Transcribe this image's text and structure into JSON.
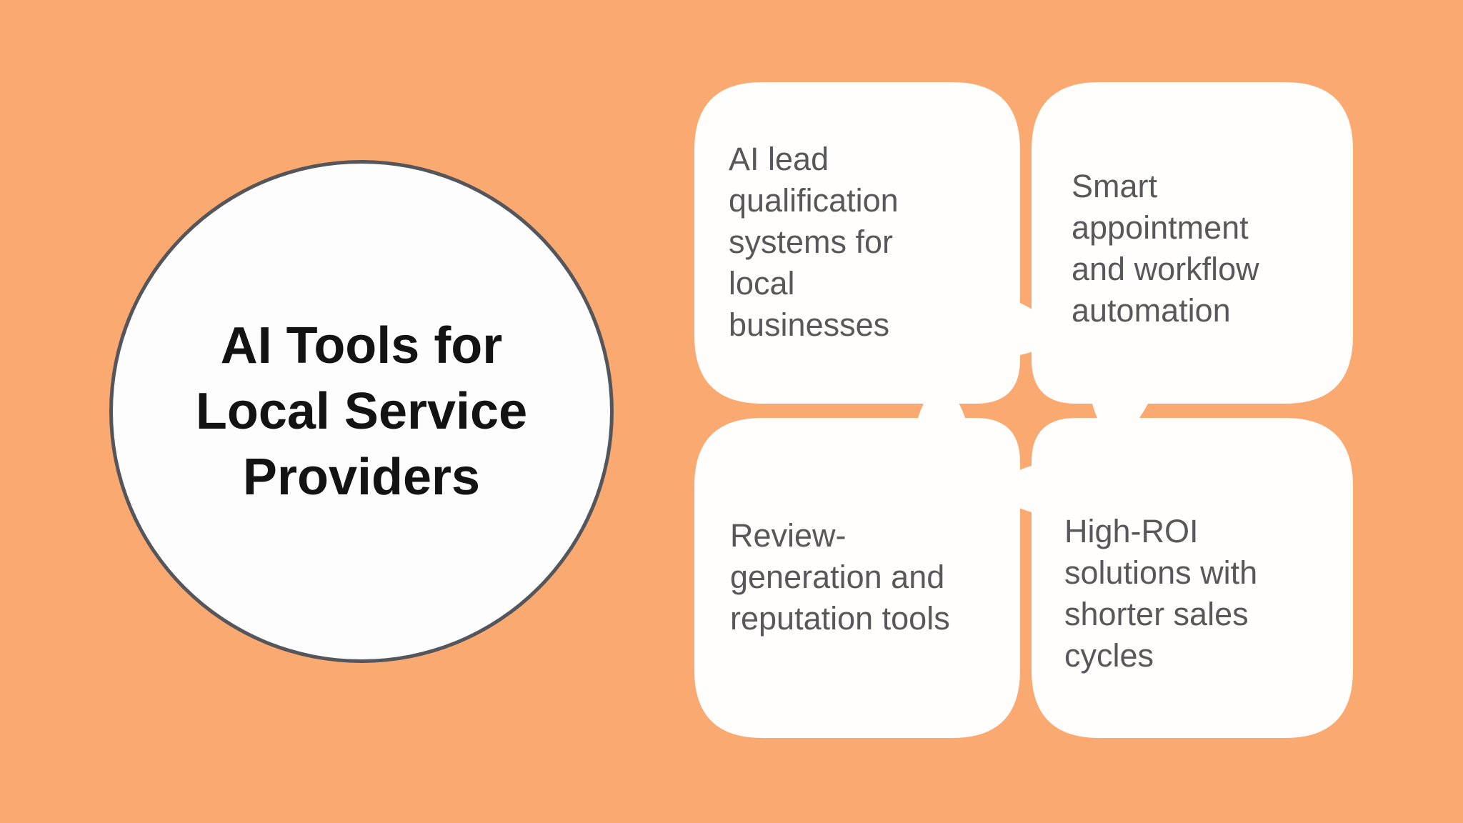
{
  "diagram": {
    "type": "hub-with-speech-bubbles",
    "background_color": "#FAA970",
    "colors": {
      "bubble_fill": "#FFFEFC",
      "circle_fill": "#FDFDFD",
      "circle_border": "#54565B",
      "title_text": "#131313",
      "bubble_text": "#58585A"
    }
  },
  "center_circle": {
    "title": "AI Tools for Local Service Providers",
    "title_lines": [
      "AI Tools for",
      "Local Service",
      "Providers"
    ]
  },
  "bubbles": [
    {
      "position": "top-left",
      "text": "AI lead qualification systems for local businesses",
      "lines": [
        "AI lead",
        "qualification",
        "systems for",
        "local",
        "businesses"
      ]
    },
    {
      "position": "top-right",
      "text": "Smart appointment and workflow automation",
      "lines": [
        "Smart",
        "appointment",
        "and workflow",
        "automation"
      ]
    },
    {
      "position": "bottom-left",
      "text": "Review-generation and reputation tools",
      "lines": [
        "Review-",
        "generation and",
        "reputation tools"
      ]
    },
    {
      "position": "bottom-right",
      "text": "High-ROI solutions with shorter sales cycles",
      "lines": [
        "High-ROI",
        "solutions with",
        "shorter sales",
        "cycles"
      ]
    }
  ]
}
